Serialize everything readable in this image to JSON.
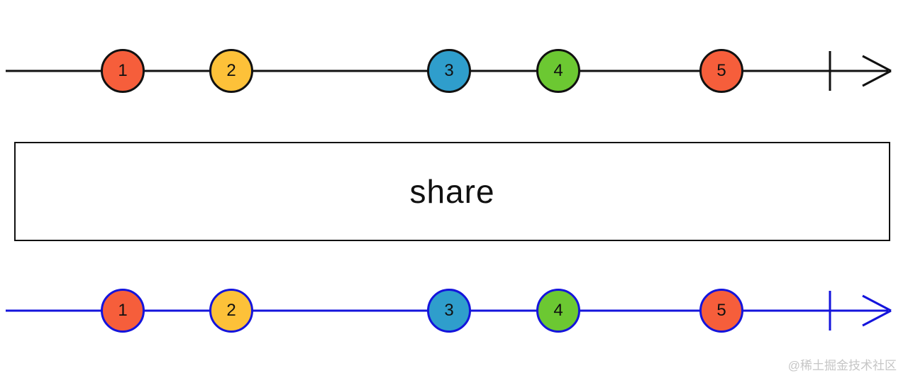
{
  "diagram": {
    "operator": {
      "label": "share"
    },
    "watermark": {
      "text": "@稀土掘金技术社区",
      "color": "#c6c6c6"
    },
    "source": {
      "line_color": "#111111",
      "marble_border_color": "#111111",
      "marbles": [
        {
          "label": "1",
          "color": "#f65e3b"
        },
        {
          "label": "2",
          "color": "#fdc139"
        },
        {
          "label": "3",
          "color": "#2f9ecc"
        },
        {
          "label": "4",
          "color": "#6cc832"
        },
        {
          "label": "5",
          "color": "#f65e3b"
        }
      ]
    },
    "result": {
      "line_color": "#1414dc",
      "marble_border_color": "#1414dc",
      "marbles": [
        {
          "label": "1",
          "color": "#f65e3b"
        },
        {
          "label": "2",
          "color": "#fdc139"
        },
        {
          "label": "3",
          "color": "#2f9ecc"
        },
        {
          "label": "4",
          "color": "#6cc832"
        },
        {
          "label": "5",
          "color": "#f65e3b"
        }
      ]
    }
  }
}
